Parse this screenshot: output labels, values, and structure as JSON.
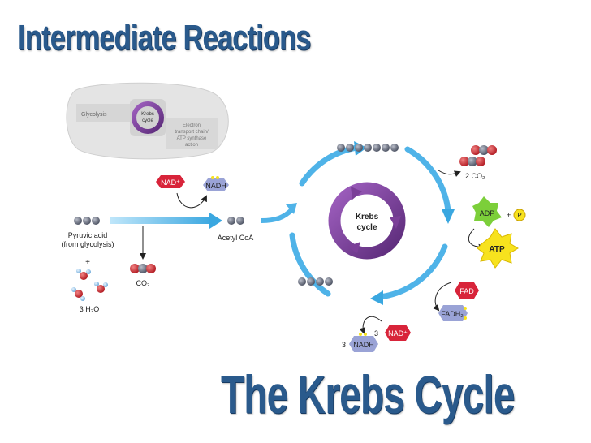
{
  "titles": {
    "top": "Intermediate Reactions",
    "bottom": "The Krebs Cycle"
  },
  "overview": {
    "glycolysis": "Glycolysis",
    "krebs_line1": "Krebs",
    "krebs_line2": "cycle",
    "etc_line1": "Electron",
    "etc_line2": "transport chain/",
    "etc_line3": "ATP synthase",
    "etc_line4": "action"
  },
  "left": {
    "pyruvic_line1": "Pyruvic acid",
    "pyruvic_line2": "(from glycolysis)",
    "plus": "+",
    "water": "3 H₂O",
    "co2": "CO₂",
    "nad": "NAD⁺",
    "nadh": "NADH",
    "acetyl": "Acetyl CoA"
  },
  "cycle": {
    "center_line1": "Krebs",
    "center_line2": "cycle",
    "co2_out": "2 CO₂",
    "adp": "ADP",
    "plus": "+",
    "p": "P",
    "atp": "ATP",
    "fad": "FAD",
    "fadh2": "FADH₂",
    "nad_count": "3",
    "nad": "NAD⁺",
    "nadh_count": "3",
    "nadh": "NADH"
  },
  "colors": {
    "title": "#2a5a8c",
    "cycle_arrow": "#4fb3e8",
    "krebs_purple": "#7b3f98",
    "nad_red": "#d8243a",
    "nadh_blue": "#9aa3d6",
    "adp_green": "#7ccf3a",
    "atp_yellow": "#f7e21e",
    "co2_red": "#c8242c"
  }
}
